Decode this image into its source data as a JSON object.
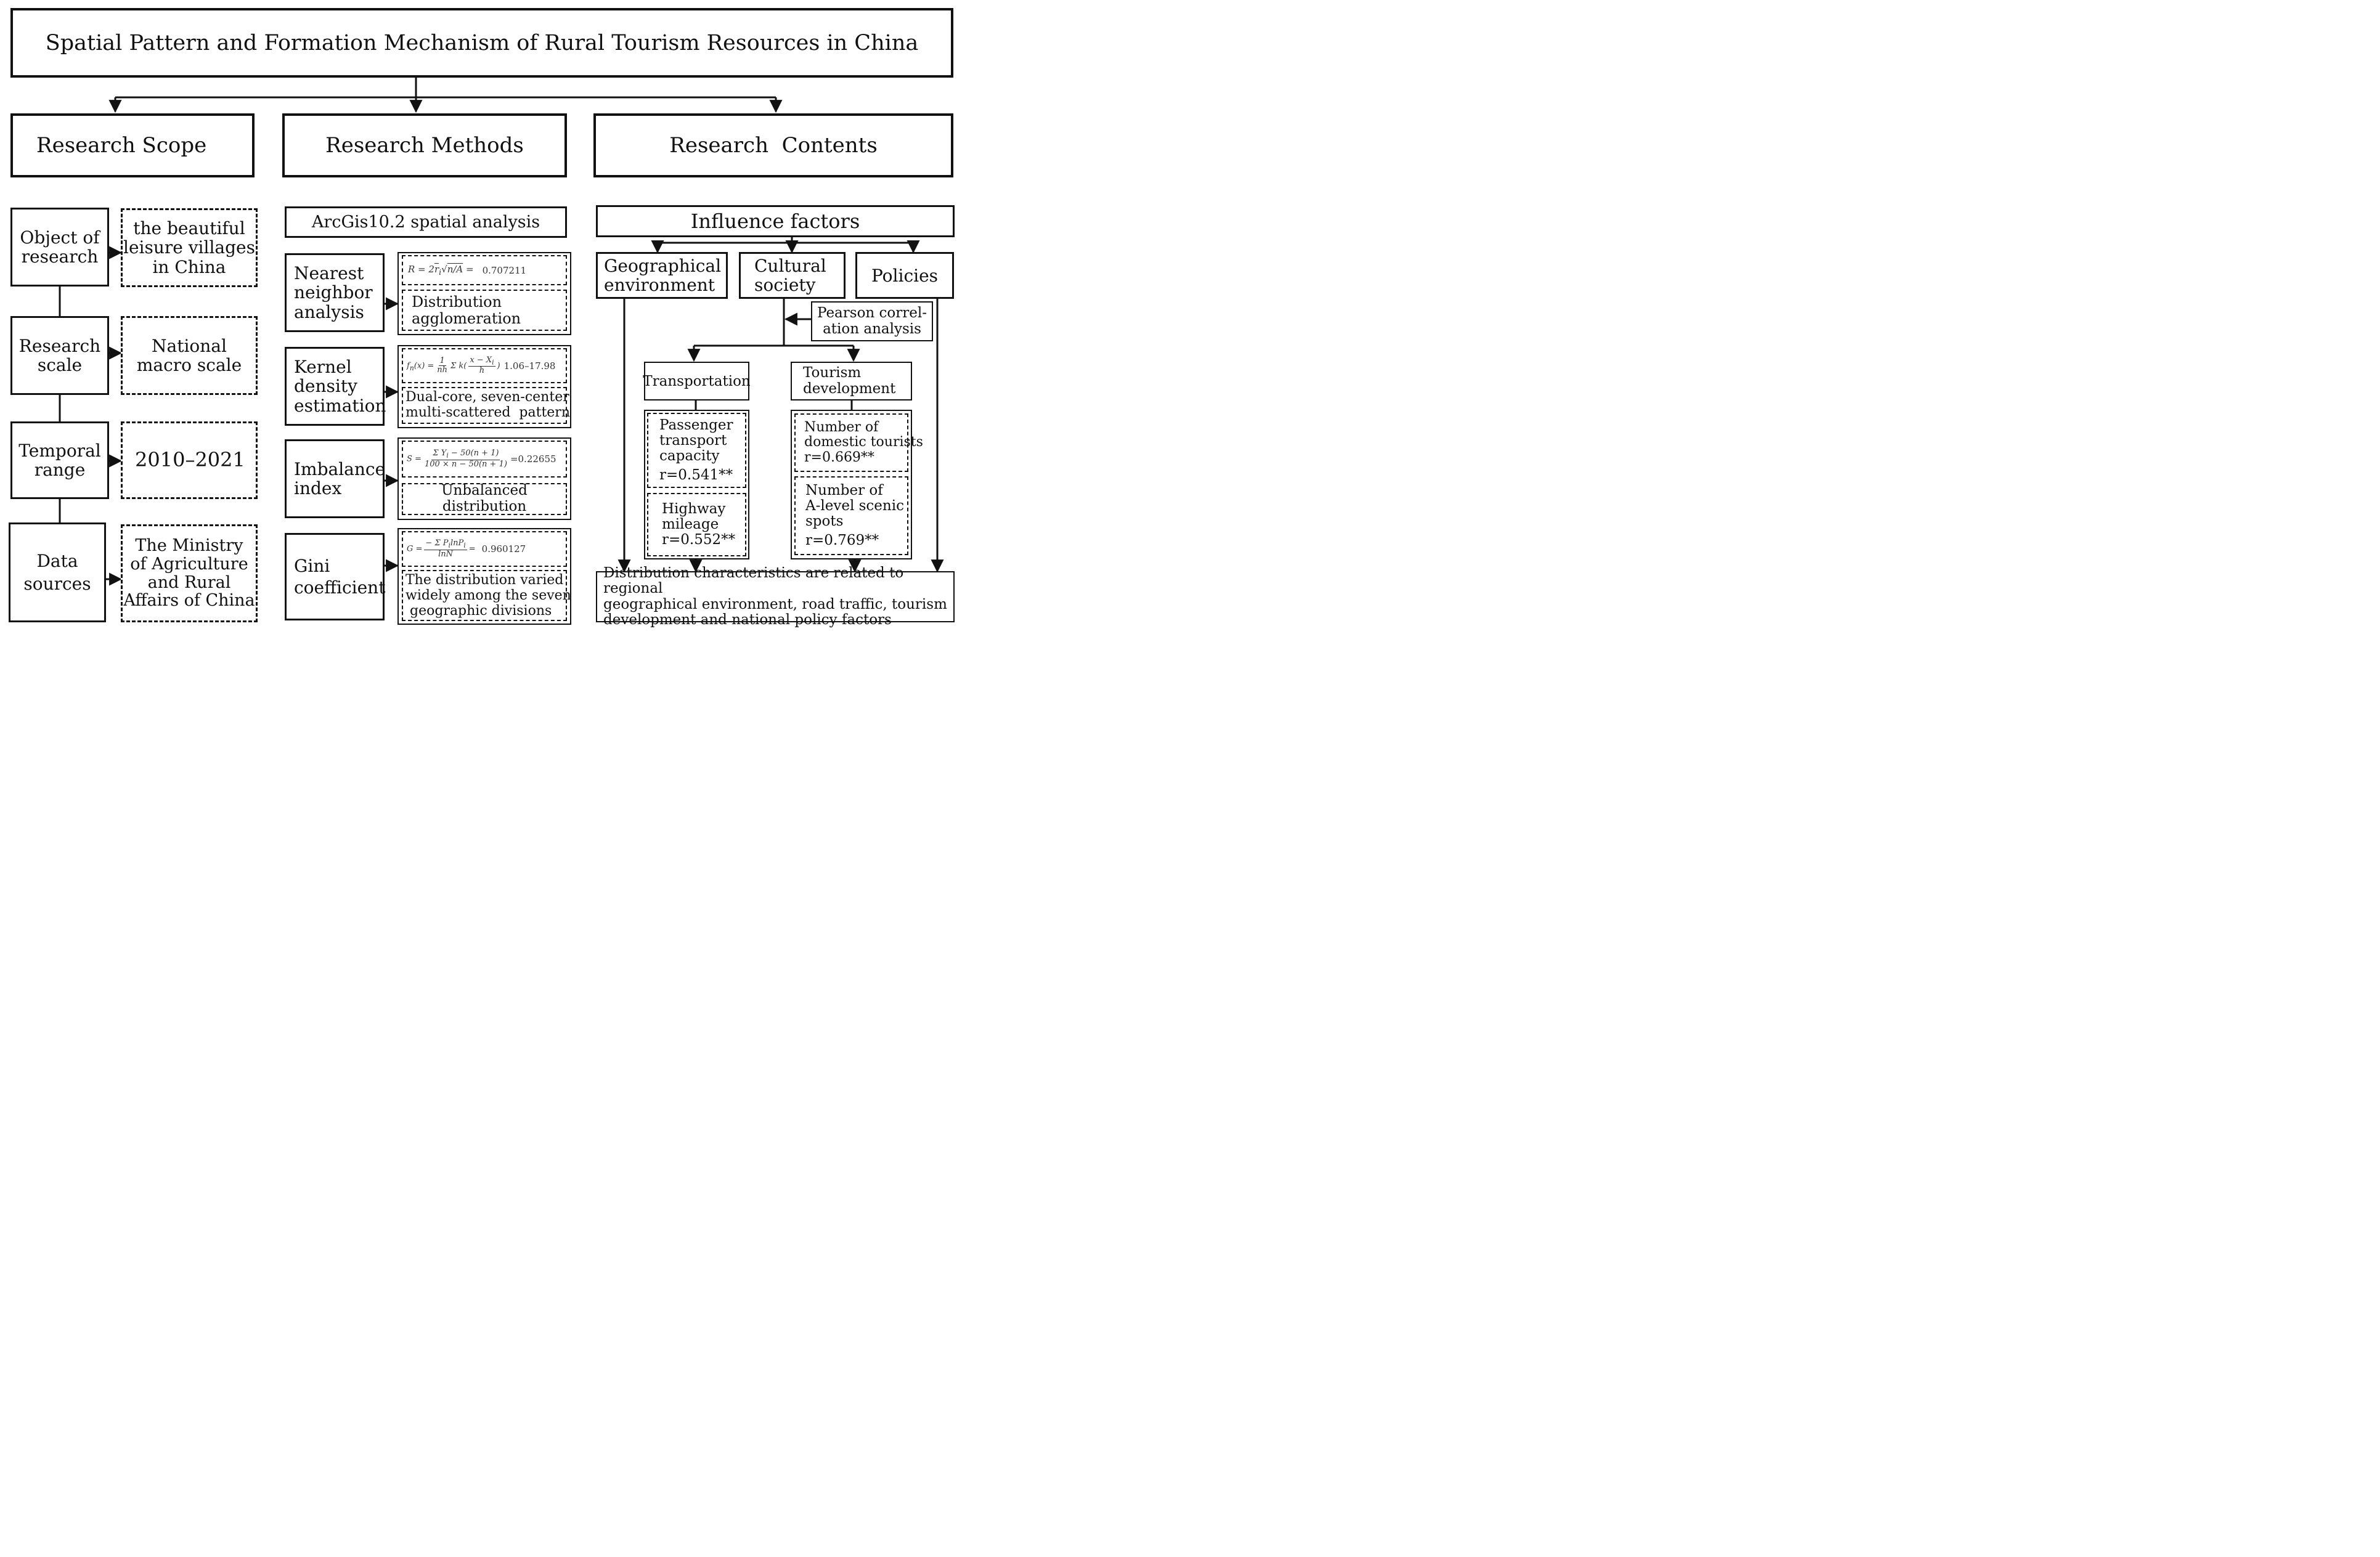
{
  "title": "Spatial Pattern and Formation Mechanism of Rural Tourism Resources in China",
  "headers": {
    "scope": "Research Scope",
    "methods": "Research Methods",
    "contents": "Research  Contents"
  },
  "scope": [
    {
      "label_lines": [
        "Object of",
        "research"
      ],
      "value_lines": [
        "the beautiful",
        "leisure villages",
        "in China"
      ]
    },
    {
      "label_lines": [
        "Research",
        "scale"
      ],
      "value_lines": [
        "National",
        "macro scale"
      ]
    },
    {
      "label_lines": [
        "Temporal",
        "range"
      ],
      "value_lines": [
        "2010–2021"
      ]
    },
    {
      "label_lines": [
        "Data",
        "sources"
      ],
      "value_lines": [
        "The Ministry",
        "of Agriculture",
        "and Rural",
        "Affairs of China"
      ]
    }
  ],
  "methods": {
    "header_box": "ArcGis10.2 spatial analysis",
    "items": [
      {
        "label_lines": [
          "Nearest",
          "neighbor",
          "analysis"
        ],
        "formula_value": "0.707211",
        "result_lines": [
          "Distribution",
          "agglomeration"
        ]
      },
      {
        "label_lines": [
          "Kernel",
          "density",
          "estimation"
        ],
        "formula_value": "1.06–17.98",
        "result_lines": [
          "Dual-core, seven-center",
          "multi-scattered  pattern"
        ]
      },
      {
        "label_lines": [
          "Imbalance",
          "index"
        ],
        "formula_value": "=0.22655",
        "result_lines": [
          "Unbalanced distribution"
        ]
      },
      {
        "label_lines": [
          "Gini",
          "coefficient"
        ],
        "formula_value": "0.960127",
        "result_lines": [
          "The distribution varied",
          "widely among the seven",
          " geographic divisions"
        ]
      }
    ]
  },
  "contents": {
    "influence": "Influence factors",
    "geo_lines": [
      "Geographical",
      "environment"
    ],
    "cultural_lines": [
      "Cultural",
      "society"
    ],
    "policies": "Policies",
    "pearson_lines": [
      "Pearson correl-",
      "ation analysis"
    ],
    "transportation": "Transportation",
    "tourism_lines": [
      "Tourism",
      "development"
    ],
    "passenger_lines": [
      "Passenger",
      "transport",
      "capacity"
    ],
    "passenger_r": "r=0.541**",
    "highway_lines": [
      "Highway",
      "mileage"
    ],
    "highway_r": "r=0.552**",
    "domestic_lines": [
      "Number of",
      "domestic tourists"
    ],
    "domestic_r": "r=0.669**",
    "alevel_lines": [
      "Number of",
      "A-level scenic",
      "spots"
    ],
    "alevel_r": "r=0.769**",
    "conclusion_lines": [
      "Distribution characteristics are related to regional",
      "geographical environment, road traffic, tourism",
      "development and national policy factors"
    ]
  }
}
